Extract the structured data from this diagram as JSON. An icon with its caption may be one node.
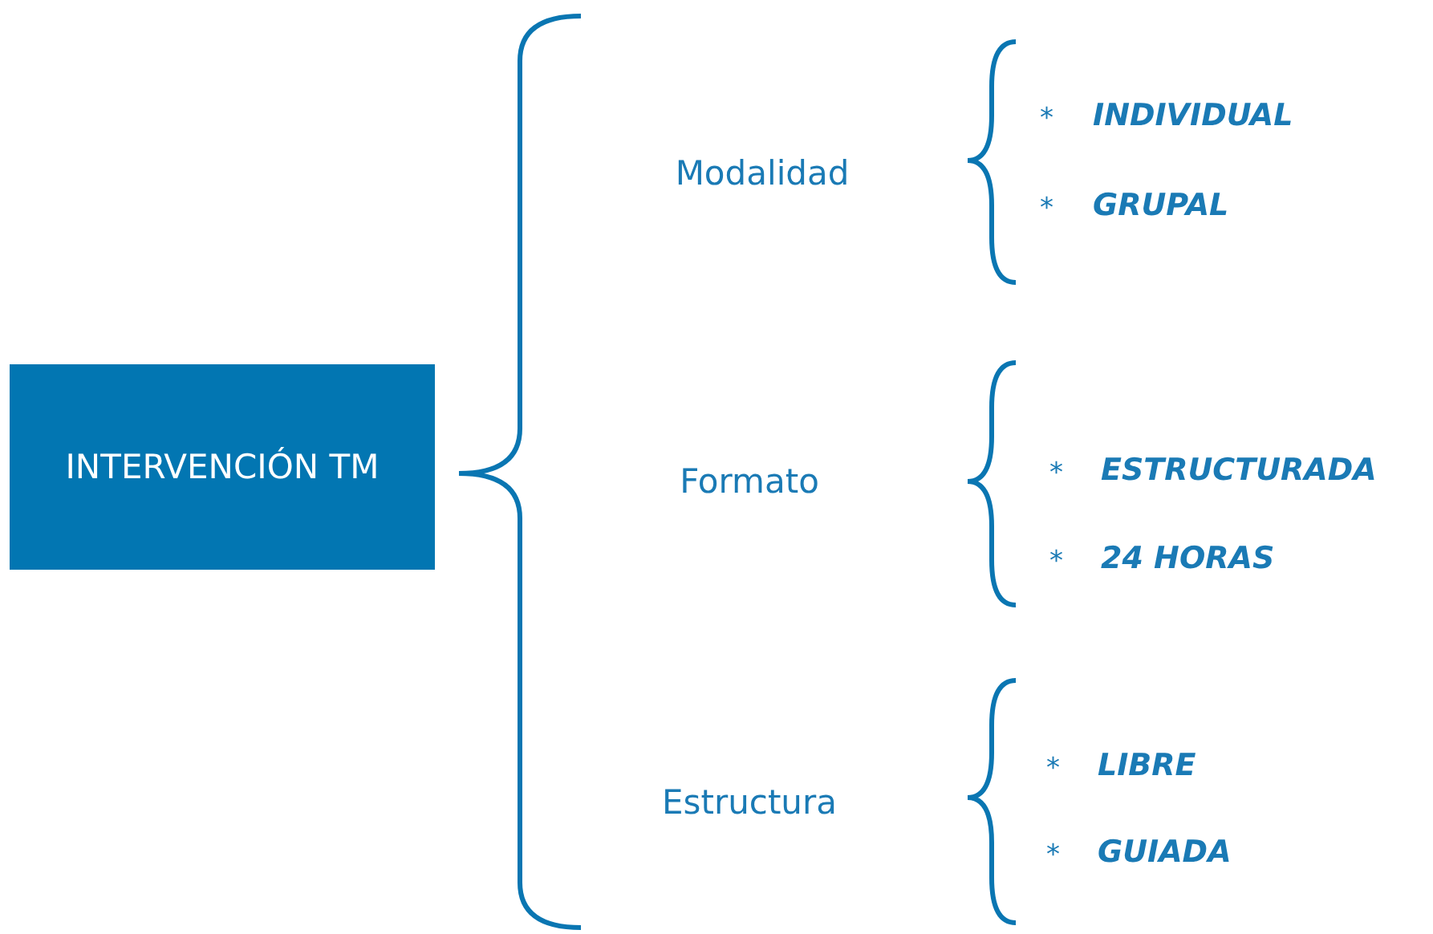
{
  "diagram": {
    "nodes": [
      {
        "text": [
          "INTERVENCIÓN TM"
        ]
      }
    ],
    "edges": [],
    "labels": [
      "Modalidad",
      "*",
      "INDIVIDUAL",
      "*",
      "GRUPAL",
      "Formato",
      "*",
      "ESTRUCTURADA",
      "*",
      "24 HORAS",
      "Estructura",
      "*",
      "LIBRE",
      "*",
      "GUIADA"
    ]
  }
}
